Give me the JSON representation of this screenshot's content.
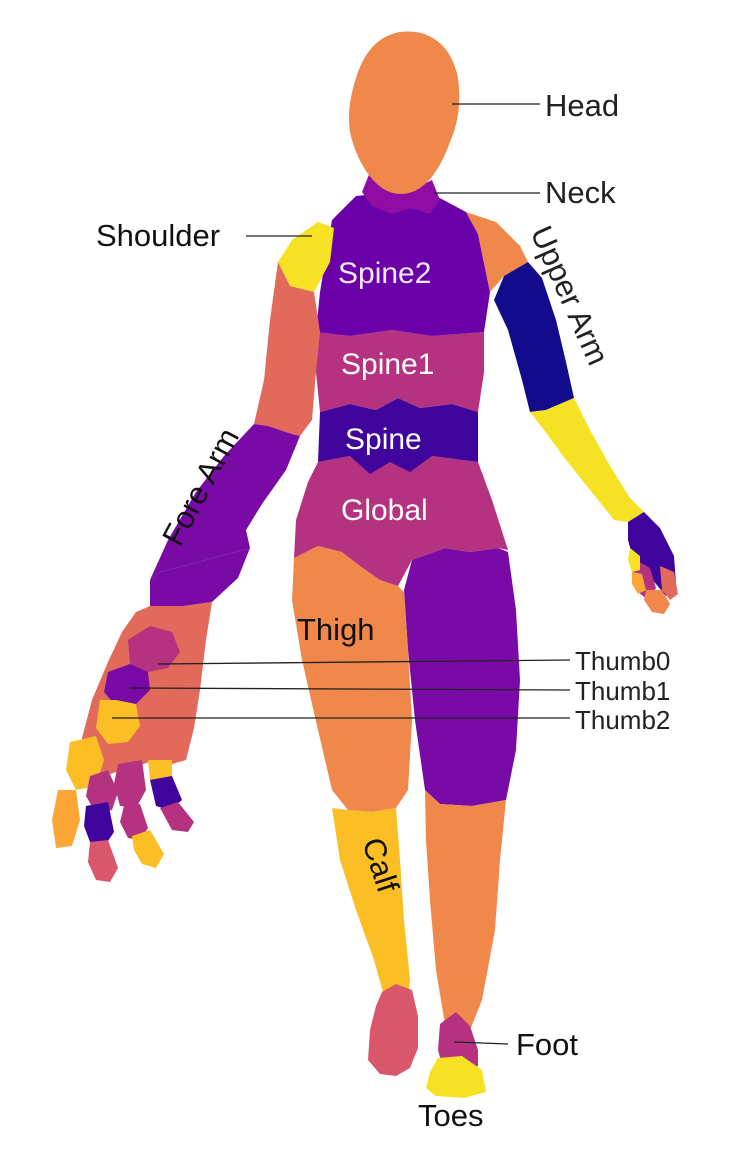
{
  "labels": {
    "head": "Head",
    "neck": "Neck",
    "shoulder": "Shoulder",
    "upper_arm": "Upper Arm",
    "spine2": "Spine2",
    "spine1": "Spine1",
    "spine": "Spine",
    "global": "Global",
    "fore_arm": "Fore Arm",
    "thigh": "Thigh",
    "thumb0": "Thumb0",
    "thumb1": "Thumb1",
    "thumb2": "Thumb2",
    "calf": "Calf",
    "foot": "Foot",
    "toes": "Toes"
  },
  "colors": {
    "orange": "#f0874b",
    "salmon": "#e26a5a",
    "coral": "#e06d5c",
    "purple": "#7a0aa6",
    "violet": "#6a00a8",
    "navy": "#120c8c",
    "indigo": "#3e049c",
    "magenta": "#b4327f",
    "pink": "#cc4778",
    "rose": "#d8576b",
    "yellow": "#f5e224",
    "gold": "#fbbf25",
    "amber": "#fca636"
  }
}
